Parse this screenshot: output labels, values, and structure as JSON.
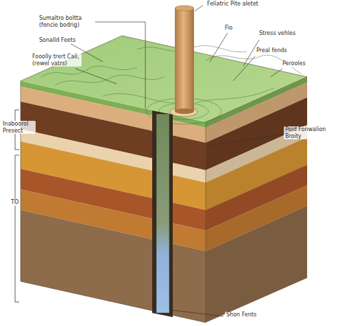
{
  "diagram": {
    "labels": [
      "Feliatric Pite aletet",
      "Sumaltro boltta (fencie bodrig)",
      "Sonalld Feets",
      "Fooolly trert Cail, (rewel vatrs)",
      "Inaboorol Presect",
      "TO",
      "Fio",
      "Stress vehles",
      "Preal fends",
      "Perooles",
      "Poid Fonwalion Broity",
      "Shon Fents"
    ]
  }
}
